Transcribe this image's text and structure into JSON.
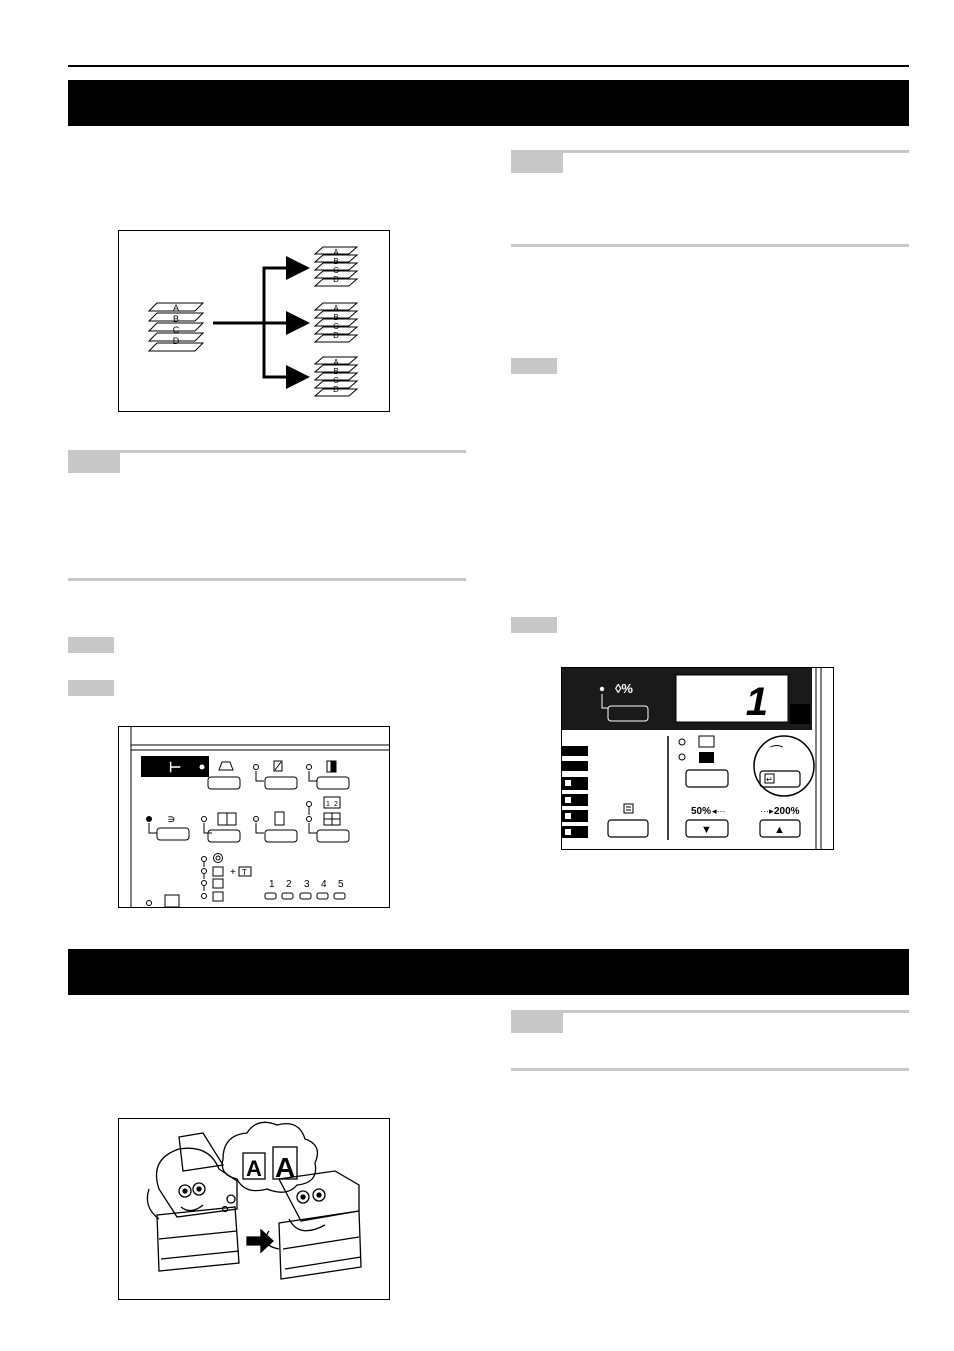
{
  "sort_diagram": {
    "source_stack": [
      "A",
      "B",
      "C",
      "D"
    ],
    "output_stacks": [
      [
        "A",
        "B",
        "C",
        "D"
      ],
      [
        "A",
        "B",
        "C",
        "D"
      ],
      [
        "A",
        "B",
        "C",
        "D"
      ]
    ]
  },
  "panel_left": {
    "numbers": [
      "1",
      "2",
      "3",
      "4",
      "5"
    ],
    "text_icon_label": "T"
  },
  "panel_right": {
    "display_value": "1",
    "zoom_symbol": "◊%",
    "reduce_label": "50%",
    "enlarge_label": "200%",
    "down_arrow": "▼",
    "up_arrow": "▲"
  },
  "illustration": {
    "bubble_letters": [
      "A",
      "A"
    ]
  }
}
